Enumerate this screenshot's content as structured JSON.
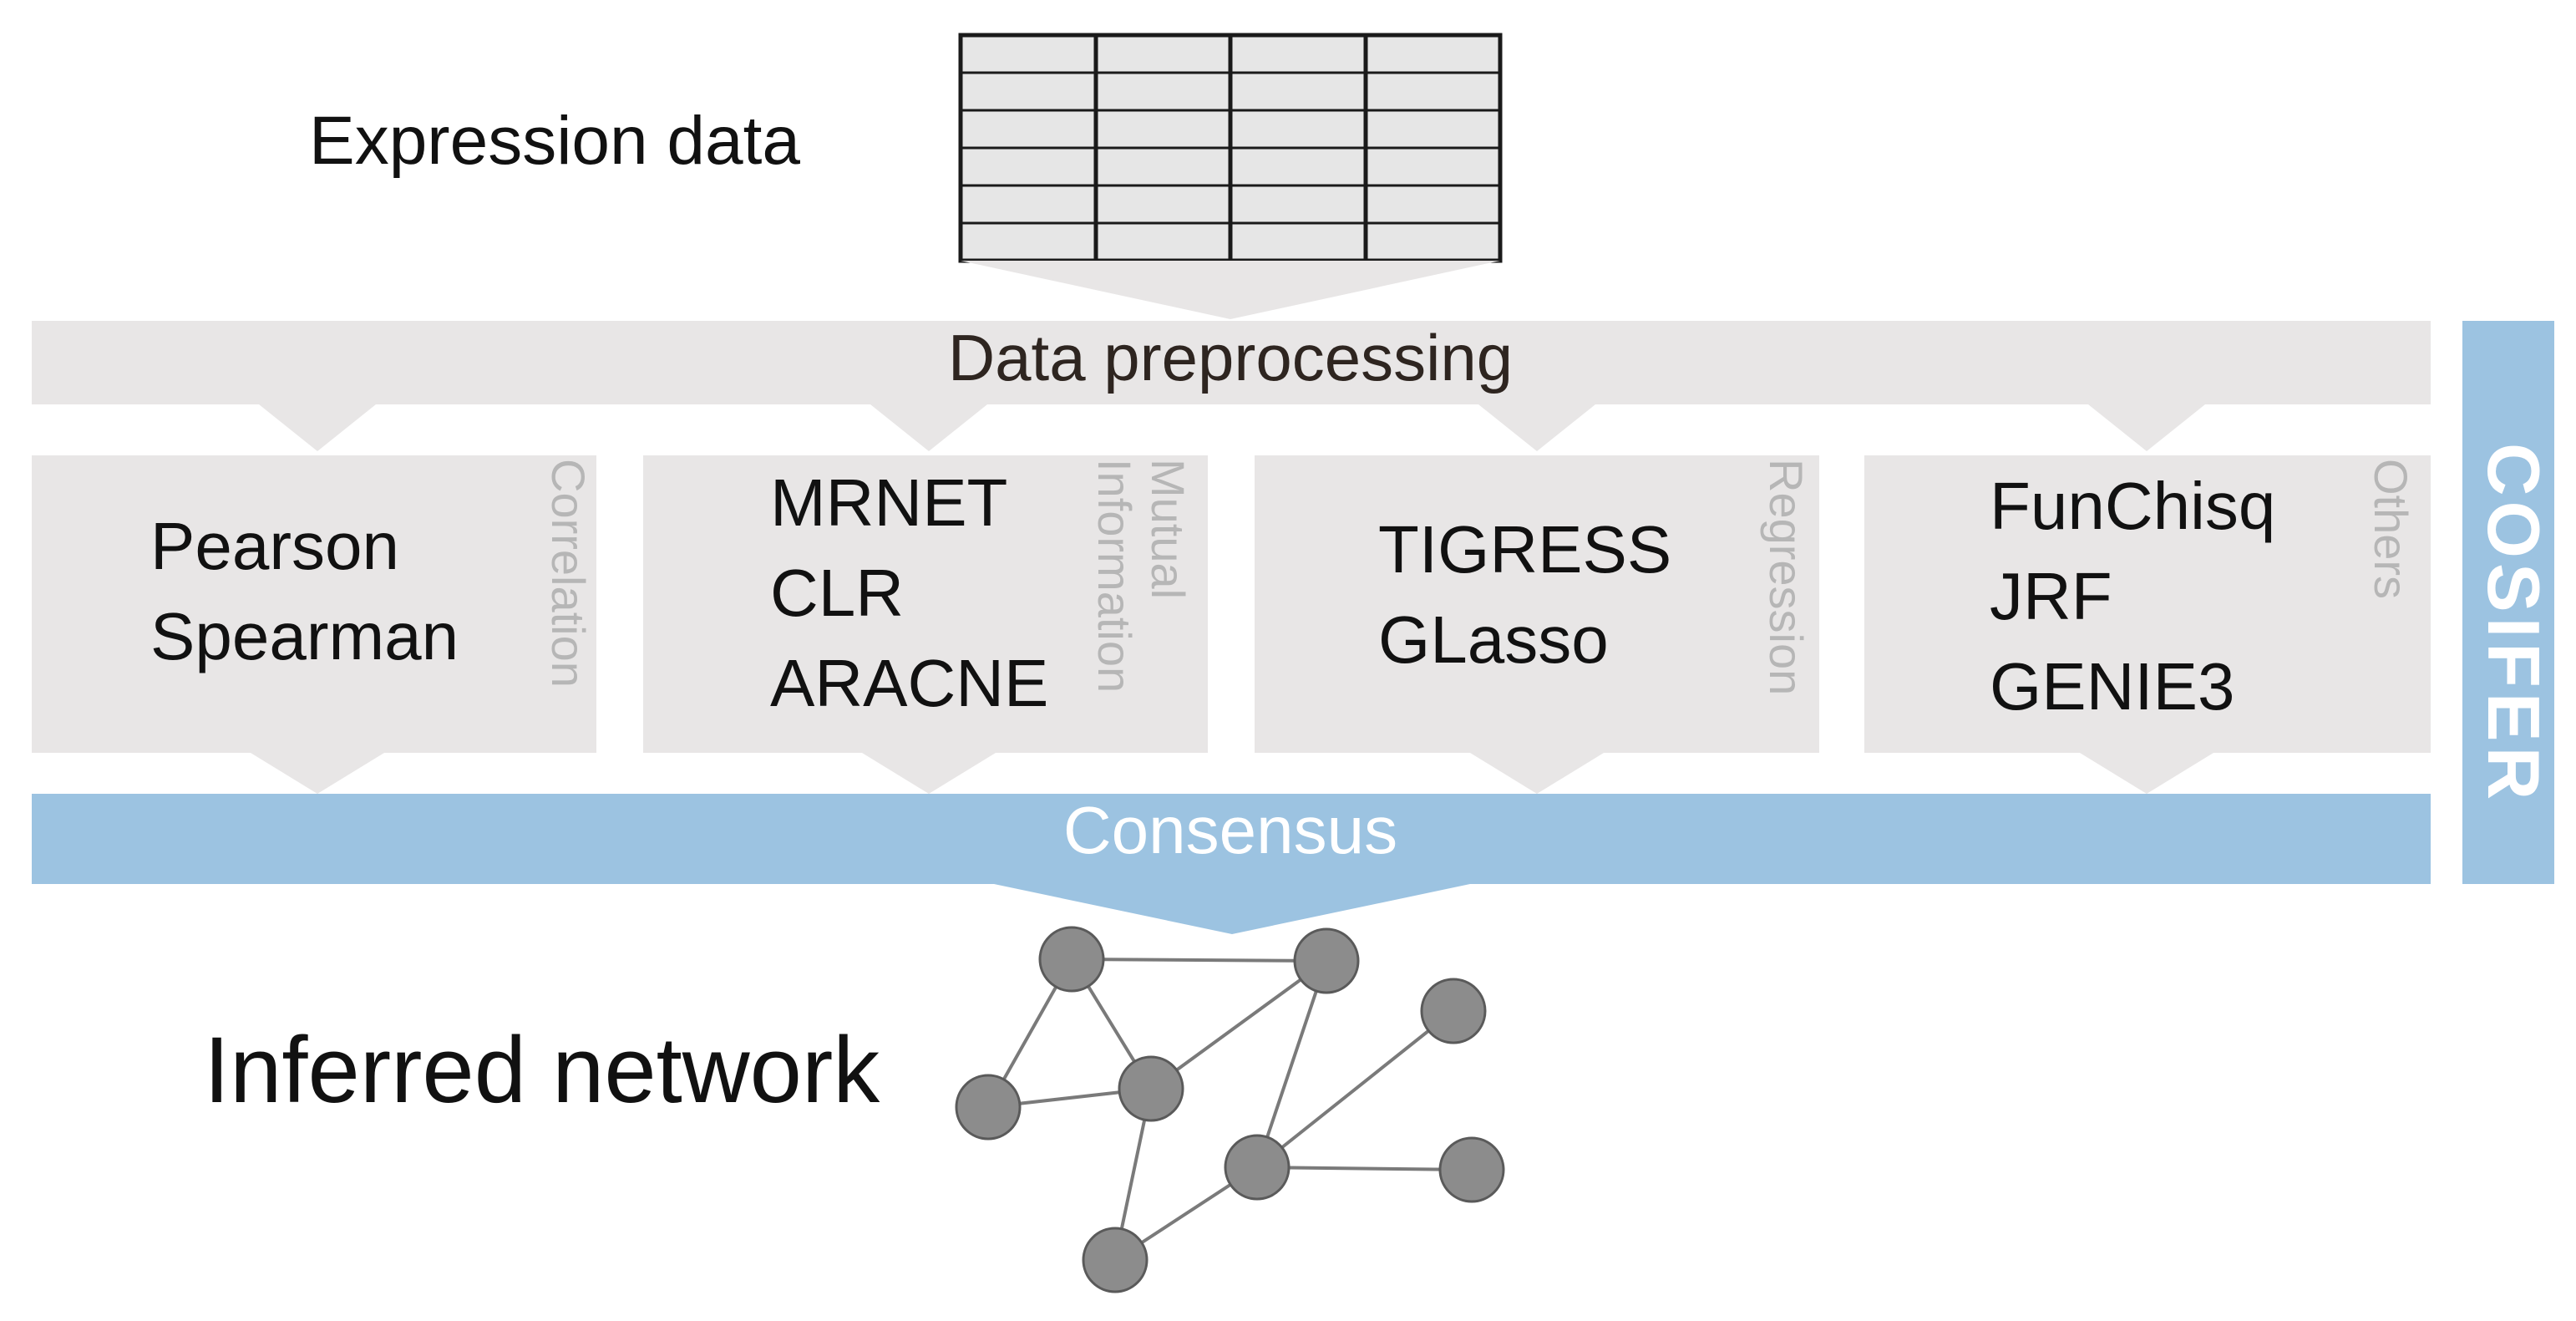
{
  "expression_label": "Expression data",
  "preprocessing_label": "Data preprocessing",
  "consensus_label": "Consensus",
  "network_label": "Inferred network",
  "framework_label": "COSIFER",
  "categories": [
    {
      "label": "Correlation",
      "methods": [
        "Pearson",
        "Spearman"
      ]
    },
    {
      "label_lines": [
        "Mutual",
        "Information"
      ],
      "methods": [
        "MRNET",
        "CLR",
        "ARACNE"
      ]
    },
    {
      "label": "Regression",
      "methods": [
        "TIGRESS",
        "GLasso"
      ]
    },
    {
      "label": "Others",
      "methods": [
        "FunChisq",
        "JRF",
        "GENIE3"
      ]
    }
  ],
  "colors": {
    "panel_gray": "#e8e6e6",
    "consensus_blue": "#9cc3e1",
    "node_gray": "#8c8c8c",
    "edge_gray": "#7a7a7a",
    "grid_line": "#1a1a1a"
  }
}
